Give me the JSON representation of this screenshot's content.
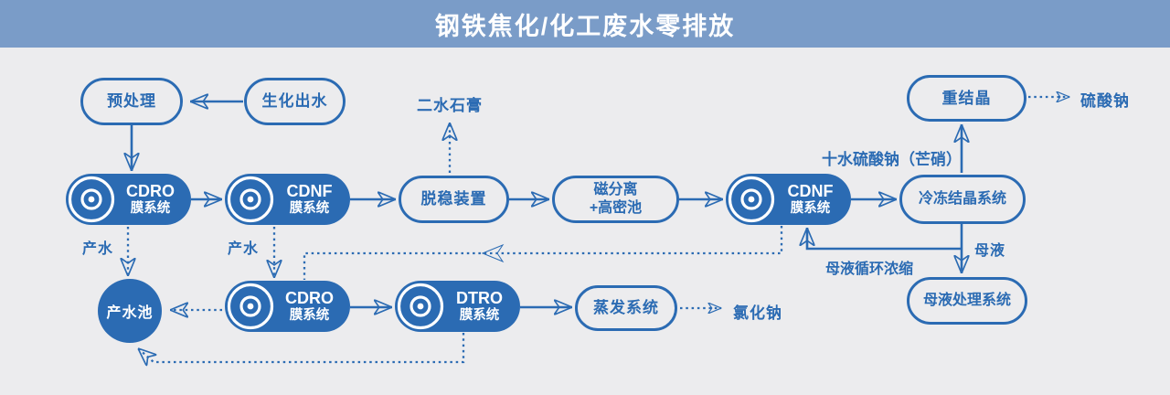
{
  "title": "钢铁焦化/化工废水零排放",
  "colors": {
    "accent_blue": "#2b6bb3",
    "header_bg": "#7a9cc8",
    "page_bg": "#ececee",
    "node_text_on_fill": "#ffffff"
  },
  "nodes": {
    "pretreatment": "预处理",
    "biochemical_effluent": "生化出水",
    "cdro1_name": "CDRO",
    "cdro1_sub": "膜系统",
    "cdnf1_name": "CDNF",
    "cdnf1_sub": "膜系统",
    "destabilization": "脱稳装置",
    "magnetic_separation_line1": "磁分离",
    "magnetic_separation_line2": "+高密池",
    "cdnf2_name": "CDNF",
    "cdnf2_sub": "膜系统",
    "freeze_crystallization": "冷冻结晶系统",
    "recrystallization": "重结晶",
    "product_water_pool": "产水池",
    "cdro2_name": "CDRO",
    "cdro2_sub": "膜系统",
    "dtro_name": "DTRO",
    "dtro_sub": "膜系统",
    "evaporation": "蒸发系统",
    "mother_liquor_treatment": "母液处理系统"
  },
  "labels": {
    "dihydrate_gypsum": "二水石膏",
    "sodium_sulfate": "硫酸钠",
    "glauber_salt": "十水硫酸钠（芒硝）",
    "product_water_a": "产水",
    "product_water_b": "产水",
    "mother_liquor": "母液",
    "mother_liquor_recycle": "母液循环浓缩",
    "sodium_chloride": "氯化钠"
  }
}
